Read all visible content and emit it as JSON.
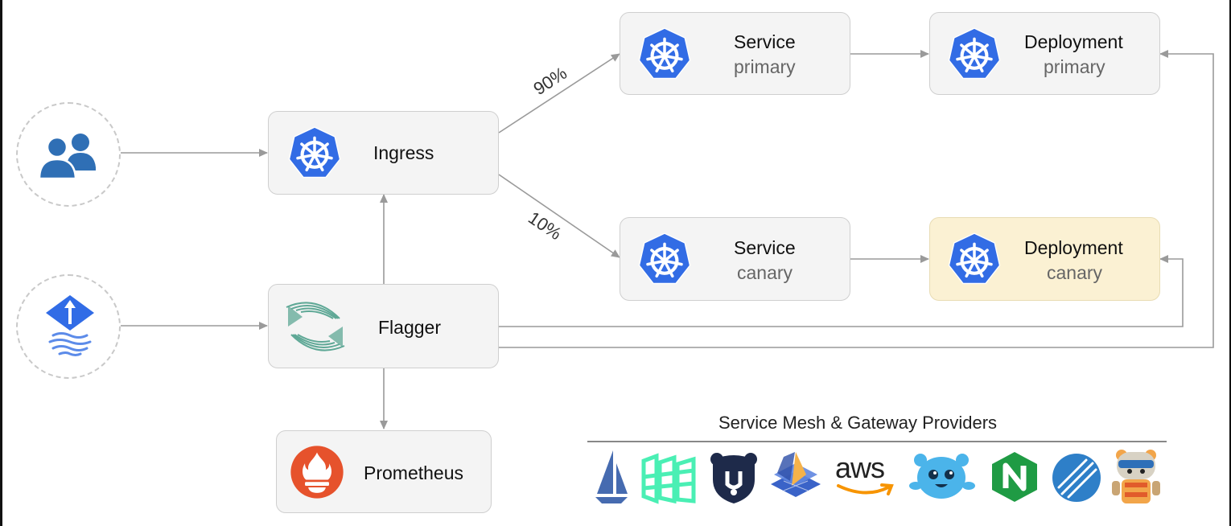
{
  "nodes": {
    "ingress": {
      "title": "Ingress"
    },
    "flagger": {
      "title": "Flagger"
    },
    "prometheus": {
      "title": "Prometheus"
    },
    "service_primary": {
      "title": "Service",
      "sub": "primary"
    },
    "service_canary": {
      "title": "Service",
      "sub": "canary"
    },
    "deployment_primary": {
      "title": "Deployment",
      "sub": "primary"
    },
    "deployment_canary": {
      "title": "Deployment",
      "sub": "canary"
    }
  },
  "edges": {
    "primary_weight": "90%",
    "canary_weight": "10%"
  },
  "providers": {
    "title": "Service Mesh & Gateway Providers",
    "aws_text": "aws"
  },
  "colors": {
    "kubernetes_blue": "#326ce5",
    "prometheus_red": "#e6522c",
    "flagger_green": "#5fa896",
    "canary_highlight": "#fbf1d3",
    "box_fill": "#f4f4f4",
    "arrow": "#9a9a9a"
  },
  "icons": [
    "users-icon",
    "flux-icon",
    "kubernetes-icon",
    "flagger-icon",
    "prometheus-icon",
    "istio-icon",
    "linkerd-icon",
    "contour-icon",
    "gloo-icon",
    "aws-appmesh-icon",
    "skipper-icon",
    "nginx-icon",
    "traefik-icon",
    "kuma-icon"
  ]
}
